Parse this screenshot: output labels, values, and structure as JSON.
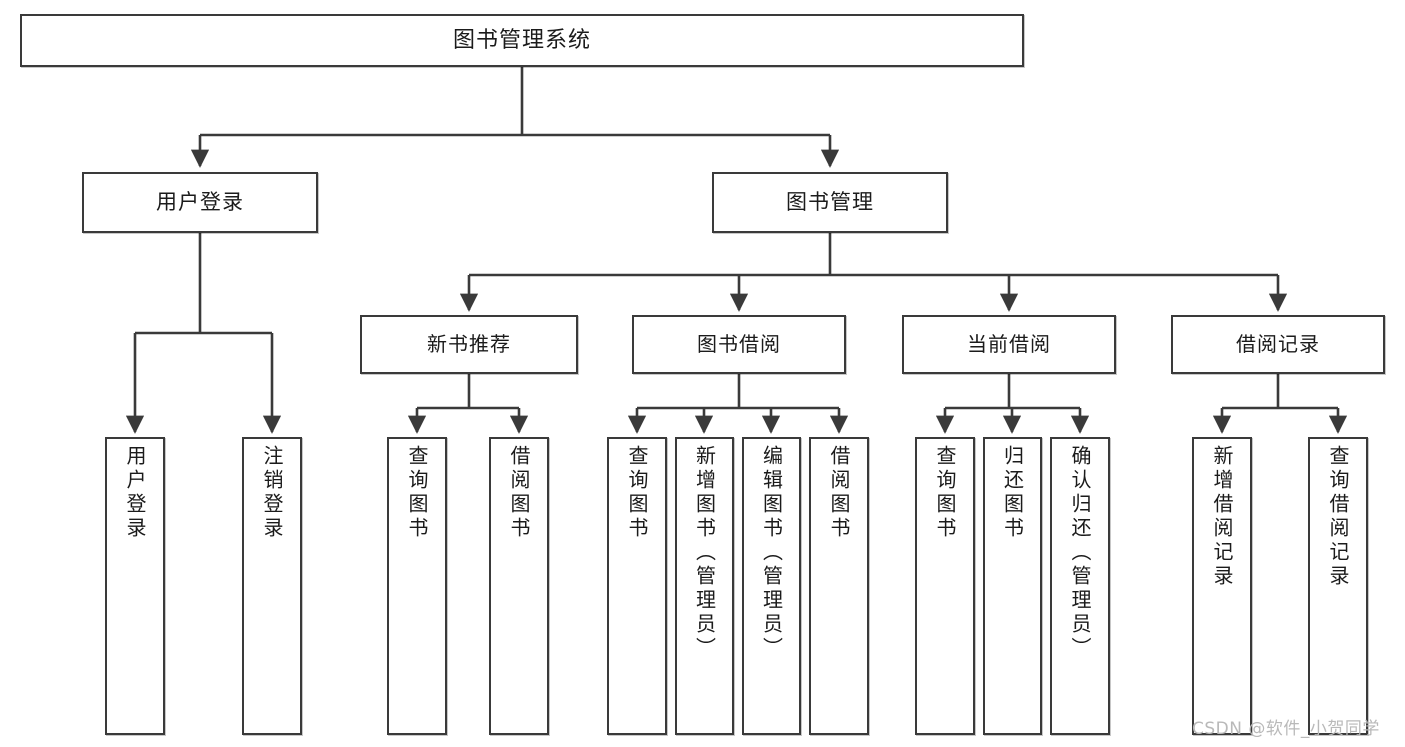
{
  "diagram": {
    "type": "tree-hierarchy",
    "title": "图书管理系统",
    "orientation": "top-down",
    "background_color": "#ffffff",
    "line_color": "#3a3a3a",
    "box_border_color": "#3a3a3a",
    "text_color": "#1b1b1b"
  },
  "root": {
    "label": "图书管理系统"
  },
  "level2": [
    {
      "label": "用户登录"
    },
    {
      "label": "图书管理"
    }
  ],
  "level3": [
    {
      "label": "新书推荐"
    },
    {
      "label": "图书借阅"
    },
    {
      "label": "当前借阅"
    },
    {
      "label": "借阅记录"
    }
  ],
  "leaves": {
    "user_login": [
      {
        "label": "用户登录"
      },
      {
        "label": "注销登录"
      }
    ],
    "new_book_recommend": [
      {
        "label": "查询图书"
      },
      {
        "label": "借阅图书"
      }
    ],
    "book_borrow": [
      {
        "label": "查询图书"
      },
      {
        "label": "新增图书（管理员）"
      },
      {
        "label": "编辑图书（管理员）"
      },
      {
        "label": "借阅图书"
      }
    ],
    "current_borrow": [
      {
        "label": "查询图书"
      },
      {
        "label": "归还图书"
      },
      {
        "label": "确认归还（管理员）"
      }
    ],
    "borrow_record": [
      {
        "label": "新增借阅记录"
      },
      {
        "label": "查询借阅记录"
      }
    ]
  },
  "watermark": {
    "text": "CSDN @软件_小贺同学"
  }
}
